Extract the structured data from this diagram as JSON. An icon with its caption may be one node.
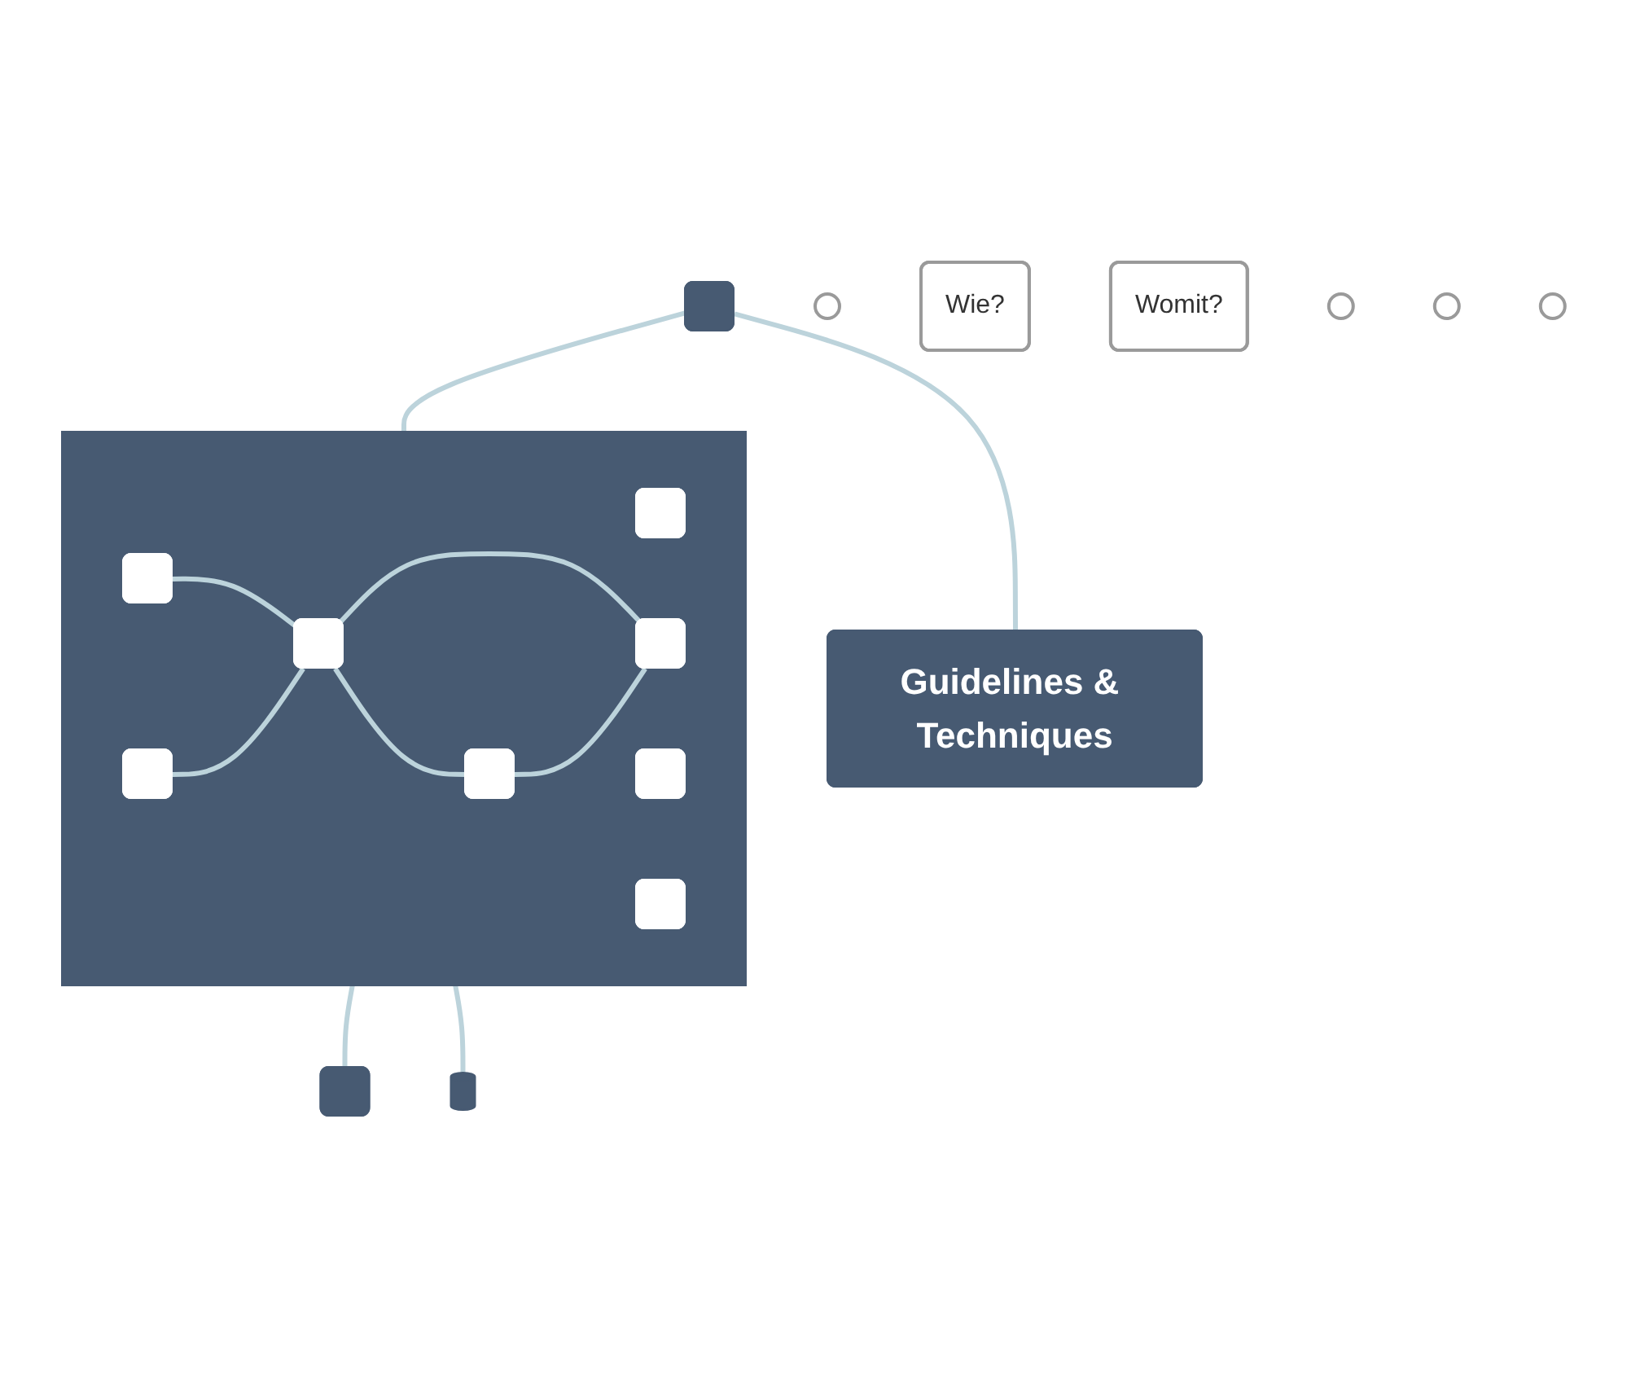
{
  "diagram": {
    "nodes": [
      {
        "text": [],
        "shape": "box"
      },
      {
        "text": [],
        "shape": "circle"
      },
      {
        "text": [
          "Guidelines & Techniques"
        ]
      },
      {
        "text": [
          "Wie?"
        ]
      },
      {
        "text": [
          "Womit?"
        ]
      },
      {
        "text": [],
        "shape": "box"
      },
      {
        "text": [],
        "shape": "circle"
      },
      {
        "text": [],
        "shape": "box",
        "in": 5
      },
      {
        "text": [],
        "shape": "box",
        "in": 5
      },
      {
        "text": [],
        "shape": "box",
        "in": 5
      },
      {
        "text": [],
        "shape": "box",
        "in": 5
      },
      {
        "text": [],
        "shape": "box",
        "in": 5
      },
      {
        "text": [],
        "shape": "box",
        "in": 5
      },
      {
        "text": [],
        "shape": "box",
        "in": 5
      },
      {
        "text": [],
        "shape": "box",
        "in": 5
      },
      {
        "text": [],
        "shape": "box"
      },
      {
        "text": [],
        "shape": "circle"
      },
      {
        "text": [],
        "shape": "cylinder"
      },
      {
        "text": [],
        "shape": "circle"
      }
    ],
    "edges": [
      {
        "from": 0,
        "to": 2,
        "arrow": "none"
      },
      {
        "from": 0,
        "to": 5,
        "arrow": "none"
      },
      {
        "from": 12,
        "to": 10,
        "arrow": "none"
      },
      {
        "from": 10,
        "to": 11,
        "arrow": "none"
      },
      {
        "from": 14,
        "to": 10,
        "arrow": "none"
      },
      {
        "from": 10,
        "to": 13,
        "arrow": "none"
      },
      {
        "from": 11,
        "to": 13,
        "arrow": "none"
      },
      {
        "from": 5,
        "to": 15,
        "arrow": "none"
      },
      {
        "from": 5,
        "to": 17,
        "arrow": "none"
      }
    ]
  }
}
